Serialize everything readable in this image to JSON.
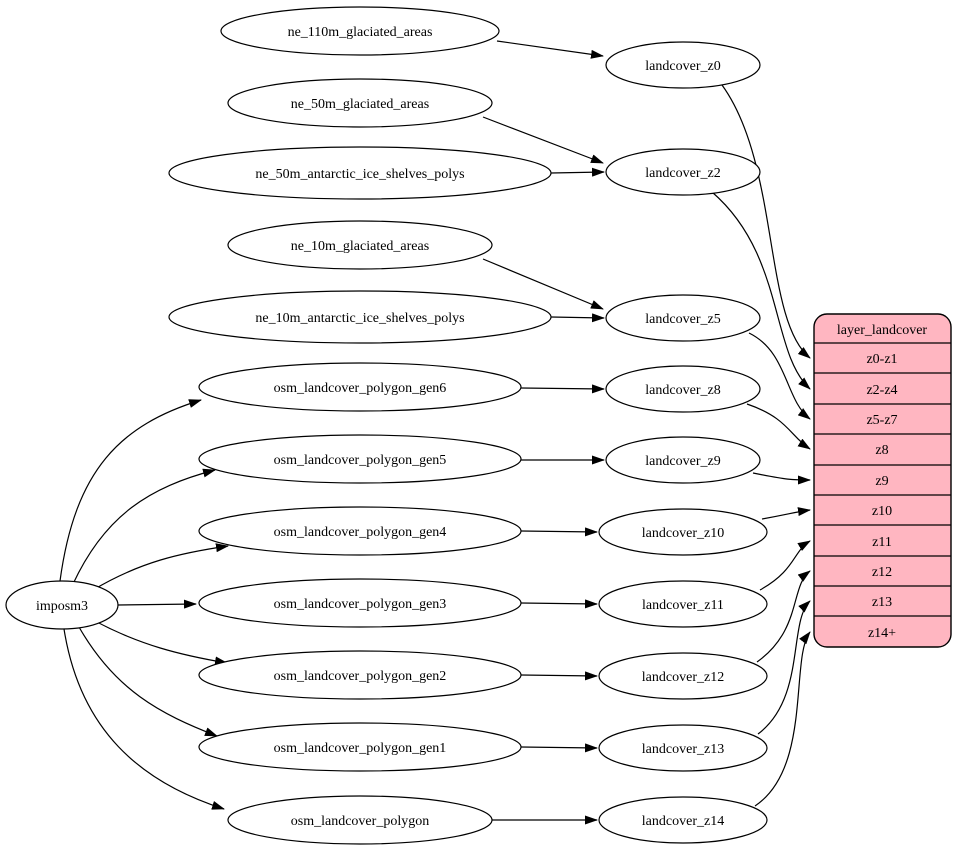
{
  "colors": {
    "background": "#ffffff",
    "node_fill": "#ffffff",
    "edge_stroke": "#000000",
    "table_fill": "#ffb6c1"
  },
  "nodes": {
    "imposm3": "imposm3",
    "ne_110m_glaciated_areas": "ne_110m_glaciated_areas",
    "ne_50m_glaciated_areas": "ne_50m_glaciated_areas",
    "ne_50m_antarctic_ice_shelves_polys": "ne_50m_antarctic_ice_shelves_polys",
    "ne_10m_glaciated_areas": "ne_10m_glaciated_areas",
    "ne_10m_antarctic_ice_shelves_polys": "ne_10m_antarctic_ice_shelves_polys",
    "osm_landcover_polygon_gen6": "osm_landcover_polygon_gen6",
    "osm_landcover_polygon_gen5": "osm_landcover_polygon_gen5",
    "osm_landcover_polygon_gen4": "osm_landcover_polygon_gen4",
    "osm_landcover_polygon_gen3": "osm_landcover_polygon_gen3",
    "osm_landcover_polygon_gen2": "osm_landcover_polygon_gen2",
    "osm_landcover_polygon_gen1": "osm_landcover_polygon_gen1",
    "osm_landcover_polygon": "osm_landcover_polygon",
    "landcover_z0": "landcover_z0",
    "landcover_z2": "landcover_z2",
    "landcover_z5": "landcover_z5",
    "landcover_z8": "landcover_z8",
    "landcover_z9": "landcover_z9",
    "landcover_z10": "landcover_z10",
    "landcover_z11": "landcover_z11",
    "landcover_z12": "landcover_z12",
    "landcover_z13": "landcover_z13",
    "landcover_z14": "landcover_z14"
  },
  "table": {
    "title": "layer_landcover",
    "rows": [
      "z0-z1",
      "z2-z4",
      "z5-z7",
      "z8",
      "z9",
      "z10",
      "z11",
      "z12",
      "z13",
      "z14+"
    ]
  },
  "edges": [
    {
      "from": "imposm3",
      "to": "osm_landcover_polygon_gen6"
    },
    {
      "from": "imposm3",
      "to": "osm_landcover_polygon_gen5"
    },
    {
      "from": "imposm3",
      "to": "osm_landcover_polygon_gen4"
    },
    {
      "from": "imposm3",
      "to": "osm_landcover_polygon_gen3"
    },
    {
      "from": "imposm3",
      "to": "osm_landcover_polygon_gen2"
    },
    {
      "from": "imposm3",
      "to": "osm_landcover_polygon_gen1"
    },
    {
      "from": "imposm3",
      "to": "osm_landcover_polygon"
    },
    {
      "from": "ne_110m_glaciated_areas",
      "to": "landcover_z0"
    },
    {
      "from": "ne_50m_glaciated_areas",
      "to": "landcover_z2"
    },
    {
      "from": "ne_50m_antarctic_ice_shelves_polys",
      "to": "landcover_z2"
    },
    {
      "from": "ne_10m_glaciated_areas",
      "to": "landcover_z5"
    },
    {
      "from": "ne_10m_antarctic_ice_shelves_polys",
      "to": "landcover_z5"
    },
    {
      "from": "osm_landcover_polygon_gen6",
      "to": "landcover_z8"
    },
    {
      "from": "osm_landcover_polygon_gen5",
      "to": "landcover_z9"
    },
    {
      "from": "osm_landcover_polygon_gen4",
      "to": "landcover_z10"
    },
    {
      "from": "osm_landcover_polygon_gen3",
      "to": "landcover_z11"
    },
    {
      "from": "osm_landcover_polygon_gen2",
      "to": "landcover_z12"
    },
    {
      "from": "osm_landcover_polygon_gen1",
      "to": "landcover_z13"
    },
    {
      "from": "osm_landcover_polygon",
      "to": "landcover_z14"
    },
    {
      "from": "landcover_z0",
      "to": "layer_landcover:z0-z1"
    },
    {
      "from": "landcover_z2",
      "to": "layer_landcover:z2-z4"
    },
    {
      "from": "landcover_z5",
      "to": "layer_landcover:z5-z7"
    },
    {
      "from": "landcover_z8",
      "to": "layer_landcover:z8"
    },
    {
      "from": "landcover_z9",
      "to": "layer_landcover:z9"
    },
    {
      "from": "landcover_z10",
      "to": "layer_landcover:z10"
    },
    {
      "from": "landcover_z11",
      "to": "layer_landcover:z11"
    },
    {
      "from": "landcover_z12",
      "to": "layer_landcover:z12"
    },
    {
      "from": "landcover_z13",
      "to": "layer_landcover:z13"
    },
    {
      "from": "landcover_z14",
      "to": "layer_landcover:z14+"
    }
  ]
}
